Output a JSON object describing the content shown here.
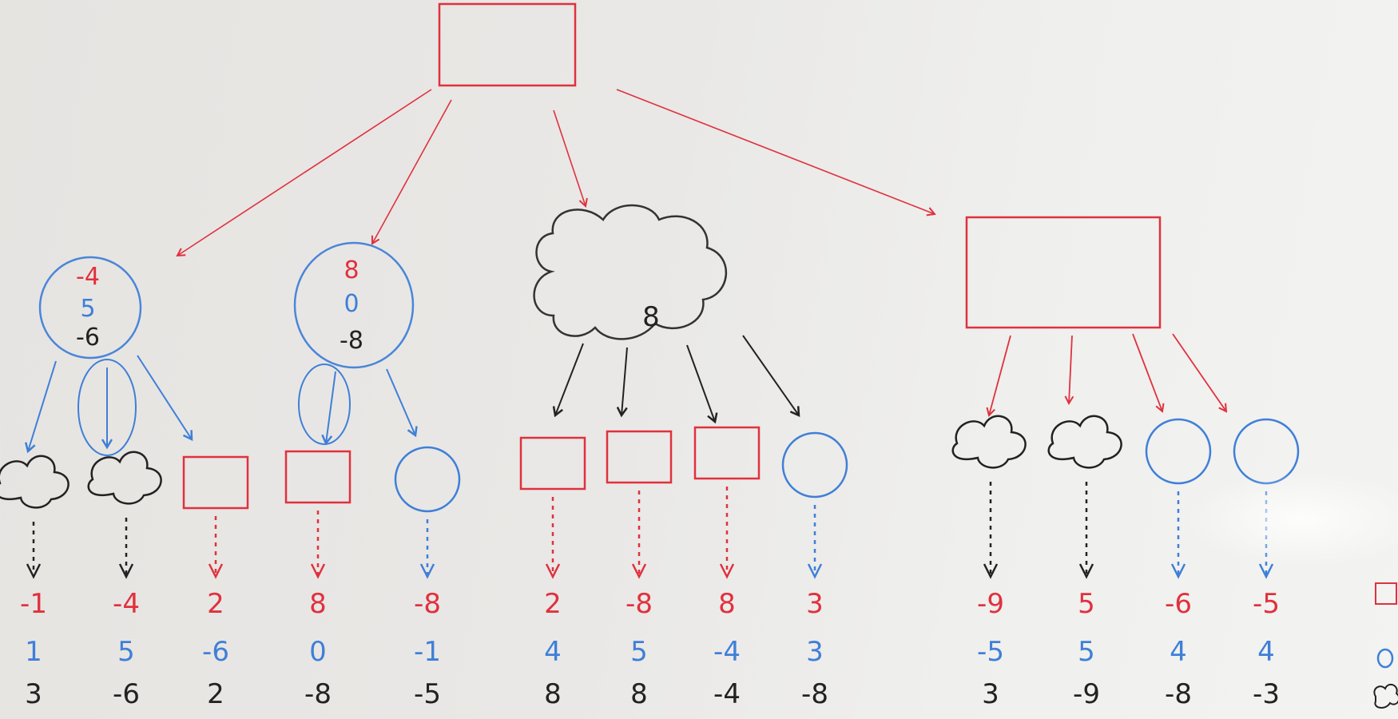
{
  "colors": {
    "red": "#e0313e",
    "blue": "#3f7fd8",
    "black": "#222222",
    "node_blue": "#4a86d8"
  },
  "root": {
    "shape": "rectangle",
    "color": "red"
  },
  "level1": [
    {
      "id": "n1",
      "shape": "circle",
      "color": "blue",
      "values": [
        "-4",
        "5",
        "-6"
      ],
      "value_colors": [
        "red",
        "blue",
        "black"
      ]
    },
    {
      "id": "n2",
      "shape": "circle",
      "color": "blue",
      "values": [
        "8",
        "0",
        "-8"
      ],
      "value_colors": [
        "red",
        "blue",
        "black"
      ]
    },
    {
      "id": "n3",
      "shape": "cloud",
      "color": "black",
      "values": [
        "8"
      ],
      "value_colors": [
        "black"
      ]
    },
    {
      "id": "n4",
      "shape": "rectangle",
      "color": "red",
      "values": [],
      "value_colors": []
    }
  ],
  "leaves": [
    {
      "shape": "cloud",
      "parent": "n1",
      "values": [
        "-1",
        "1",
        "3"
      ]
    },
    {
      "shape": "cloud",
      "parent": "n1",
      "values": [
        "-4",
        "5",
        "-6"
      ]
    },
    {
      "shape": "rectangle",
      "parent": "n1",
      "values": [
        "2",
        "-6",
        "2"
      ]
    },
    {
      "shape": "rectangle",
      "parent": "n2",
      "values": [
        "8",
        "0",
        "-8"
      ]
    },
    {
      "shape": "circle",
      "parent": "n2",
      "values": [
        "-8",
        "-1",
        "-5"
      ]
    },
    {
      "shape": "rectangle",
      "parent": "n3",
      "values": [
        "2",
        "4",
        "8"
      ]
    },
    {
      "shape": "rectangle",
      "parent": "n3",
      "values": [
        "-8",
        "5",
        "8"
      ]
    },
    {
      "shape": "rectangle",
      "parent": "n3",
      "values": [
        "8",
        "-4",
        "-4"
      ]
    },
    {
      "shape": "circle",
      "parent": "n3",
      "values": [
        "3",
        "3",
        "-8"
      ]
    },
    {
      "shape": "cloud",
      "parent": "n4",
      "values": [
        "-9",
        "-5",
        "3"
      ]
    },
    {
      "shape": "cloud",
      "parent": "n4",
      "values": [
        "5",
        "5",
        "-9"
      ]
    },
    {
      "shape": "circle",
      "parent": "n4",
      "values": [
        "-6",
        "4",
        "-8"
      ]
    },
    {
      "shape": "circle",
      "parent": "n4",
      "values": [
        "-5",
        "4",
        "-3"
      ]
    }
  ],
  "legend": {
    "red": "□",
    "blue": "○",
    "black": "☁"
  }
}
